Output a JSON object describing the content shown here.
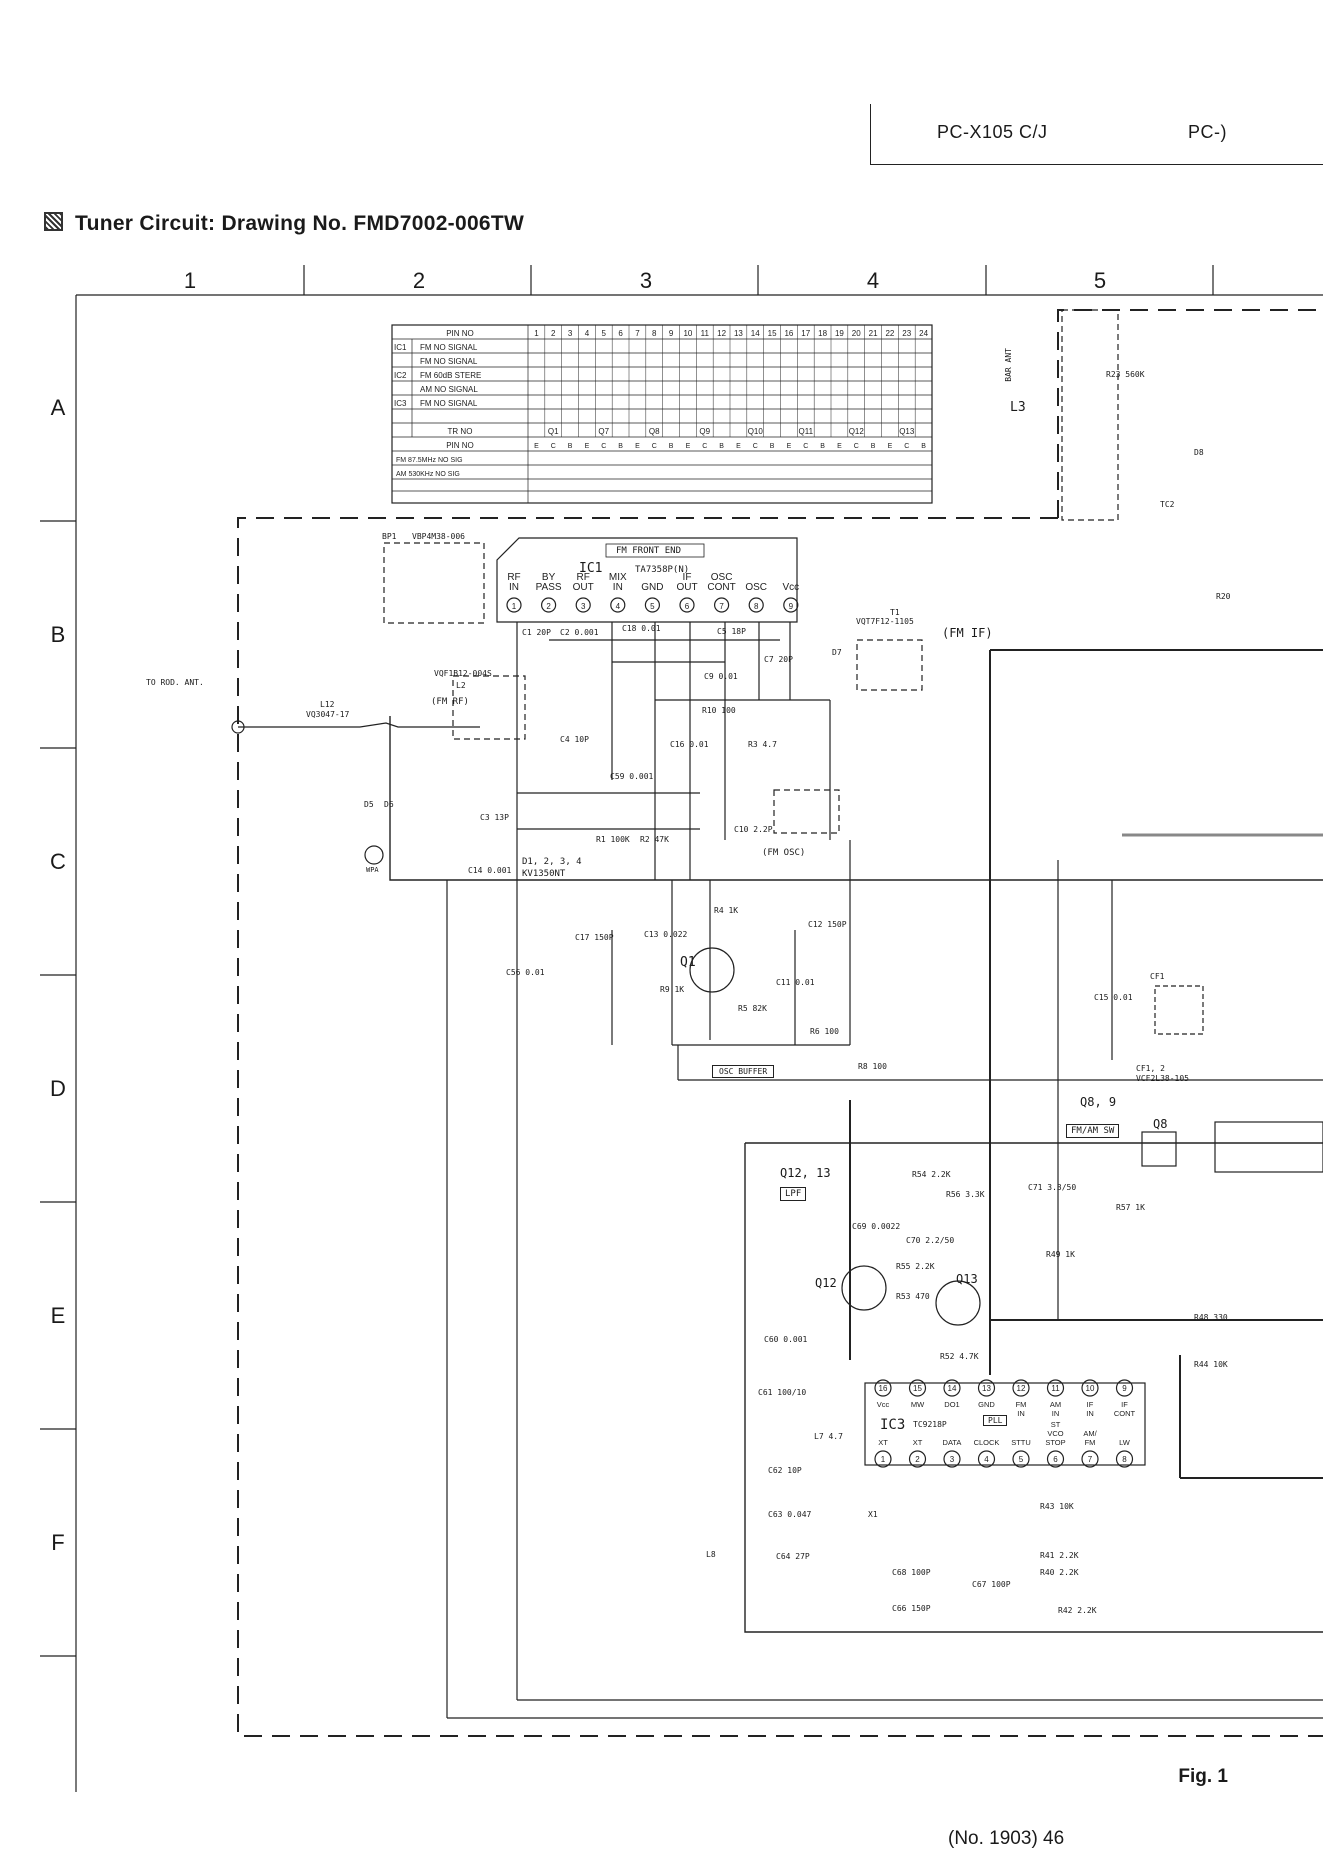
{
  "header": {
    "model": "PC-X105 C/J",
    "model_clipped": "PC-)"
  },
  "title": "Tuner Circuit: Drawing No. FMD7002-006TW",
  "grid": {
    "columns": [
      "1",
      "2",
      "3",
      "4",
      "5"
    ],
    "rows": [
      "A",
      "B",
      "C",
      "D",
      "E",
      "F"
    ]
  },
  "table": {
    "pin_header": "PIN NO",
    "pins": [
      "1",
      "2",
      "3",
      "4",
      "5",
      "6",
      "7",
      "8",
      "9",
      "10",
      "11",
      "12",
      "13",
      "14",
      "15",
      "16",
      "17",
      "18",
      "19",
      "20",
      "21",
      "22",
      "23",
      "24"
    ],
    "rows": [
      {
        "group": "IC1",
        "label": "FM NO SIGNAL"
      },
      {
        "group": "",
        "label": "FM NO SIGNAL"
      },
      {
        "group": "IC2",
        "label": "FM 60dB STERE"
      },
      {
        "group": "",
        "label": "AM NO SIGNAL"
      },
      {
        "group": "IC3",
        "label": "FM NO SIGNAL"
      }
    ],
    "tr_header": "TR NO",
    "transistors": [
      "Q1",
      "Q7",
      "Q8",
      "Q9",
      "Q10",
      "Q11",
      "Q12",
      "Q13"
    ],
    "ecb": [
      "E",
      "C",
      "B"
    ],
    "tr_rows": [
      {
        "label": "FM 87.5MHz NO SIG"
      },
      {
        "label": "AM 530KHz NO SIG"
      }
    ]
  },
  "ic1": {
    "title": "FM FRONT END",
    "name": "IC1",
    "part": "TA7358P(N)",
    "pin_labels": [
      "RF IN",
      "BY PASS",
      "RF OUT",
      "MIX IN",
      "GND",
      "IF OUT",
      "OSC CONT",
      "OSC",
      "Vcc"
    ]
  },
  "ic3": {
    "name": "IC3",
    "part": "TC9218P",
    "top_labels": [
      "Vcc",
      "MW",
      "DO1",
      "GND",
      "FM IN",
      "AM IN",
      "IF IN",
      "IF CONT"
    ],
    "bottom_labels": [
      "XT",
      "XT",
      "DATA",
      "CLOCK",
      "STTU",
      "ST VCO STOP",
      "AM/ FM",
      "LW"
    ],
    "pll_badge": "PLL"
  },
  "labels": {
    "to_rod_ant": "TO ROD. ANT.",
    "bar_ant": "BAR ANT",
    "fm_if": "(FM IF)",
    "fm_rf": "(FM RF)",
    "fm_osc": "(FM OSC)",
    "osc_buffer": "OSC BUFFER",
    "q12_13": "Q12, 13",
    "lpf": "LPF",
    "fm_am_sw": "FM/AM SW",
    "q8": "Q8",
    "q8_9": "Q8, 9",
    "wpa": "WPA",
    "diodes": "D1, 2, 3, 4",
    "varicap": "KV1350NT",
    "q1": "Q1",
    "q12": "Q12",
    "q13": "Q13",
    "cf1": "CF1",
    "cf12": "CF1, 2",
    "cf_part": "VCF2L38-105"
  },
  "parts": {
    "bp1": "BP1",
    "bp1_part": "VBP4M38-006",
    "t1": "T1",
    "t1_part": "VQT7F12-1105",
    "l2_part": "VQF1B12-004S",
    "l2": "L2",
    "l12": "L12",
    "l12_part": "VQ3047-17",
    "l3": "L3",
    "c1": "C1 20P",
    "c2": "C2 0.001",
    "c18": "C18 0.01",
    "c5": "C5 18P",
    "c7": "C7 20P",
    "c9": "C9 0.01",
    "r10": "R10 100",
    "c4": "C4 10P",
    "c16": "C16 0.01",
    "c59": "C59 0.001",
    "r3": "R3 4.7",
    "c3": "C3 13P",
    "r1": "R1 100K",
    "r2": "R2 47K",
    "c10": "C10 2.2P",
    "c14": "C14 0.001",
    "c17": "C17 150P",
    "c13": "C13 0.022",
    "r4": "R4 1K",
    "c12": "C12 150P",
    "r9": "R9 1K",
    "r5": "R5 82K",
    "c11": "C11 0.01",
    "r6": "R6 100",
    "r8": "R8 100",
    "c56": "C56 0.01",
    "c15": "C15 0.01",
    "r54": "R54 2.2K",
    "r56": "R56 3.3K",
    "c71": "C71 3.3/50",
    "r57": "R57 1K",
    "c69": "C69 0.0022",
    "c70": "C70 2.2/50",
    "r55": "R55 2.2K",
    "r53": "R53 470",
    "r49": "R49 1K",
    "r52": "R52 4.7K",
    "r48": "R48 330",
    "r44": "R44 10K",
    "c60": "C60 0.001",
    "c61": "C61 100/10",
    "l7": "L7 4.7",
    "c62": "C62 10P",
    "c63": "C63 0.047",
    "c64": "C64 27P",
    "x1": "X1",
    "c68": "C68 100P",
    "c67": "C67 100P",
    "c66": "C66 150P",
    "r41": "R41 2.2K",
    "r40": "R40 2.2K",
    "r42": "R42 2.2K",
    "r43": "R43 10K",
    "r23": "R23 560K",
    "r20": "R20",
    "d5": "D5",
    "d6": "D6",
    "d7": "D7",
    "d8": "D8",
    "tc2": "TC2",
    "l8": "L8"
  },
  "footer": {
    "fig": "Fig. 1",
    "page": "(No. 1903) 46"
  }
}
